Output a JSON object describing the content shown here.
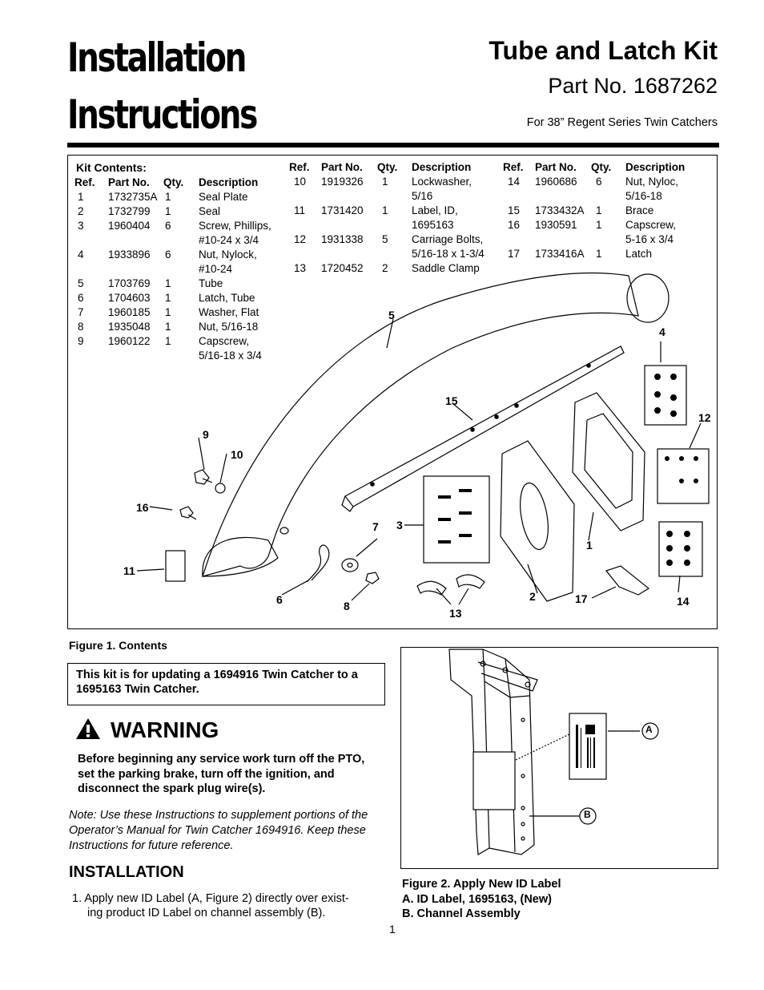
{
  "header": {
    "title_line1": "Installation",
    "title_line2": "Instructions",
    "kit_name": "Tube and Latch Kit",
    "part_number": "Part No. 1687262",
    "applies_to": "For 38” Regent Series Twin Catchers"
  },
  "kit": {
    "heading": "Kit Contents:",
    "col_headers": {
      "ref": "Ref.",
      "part": "Part No.",
      "qty": "Qty.",
      "desc": "Description"
    },
    "col1": [
      {
        "ref": "1",
        "part": "1732735A",
        "qty": "1",
        "desc": [
          "Seal Plate"
        ]
      },
      {
        "ref": "2",
        "part": "1732799",
        "qty": "1",
        "desc": [
          "Seal"
        ]
      },
      {
        "ref": "3",
        "part": "1960404",
        "qty": "6",
        "desc": [
          "Screw, Phillips,",
          "#10-24 x 3/4"
        ]
      },
      {
        "ref": "4",
        "part": "1933896",
        "qty": "6",
        "desc": [
          "Nut, Nylock,",
          "#10-24"
        ]
      },
      {
        "ref": "5",
        "part": "1703769",
        "qty": "1",
        "desc": [
          "Tube"
        ]
      },
      {
        "ref": "6",
        "part": "1704603",
        "qty": "1",
        "desc": [
          "Latch, Tube"
        ]
      },
      {
        "ref": "7",
        "part": "1960185",
        "qty": "1",
        "desc": [
          "Washer, Flat"
        ]
      },
      {
        "ref": "8",
        "part": "1935048",
        "qty": "1",
        "desc": [
          "Nut, 5/16-18"
        ]
      },
      {
        "ref": "9",
        "part": "1960122",
        "qty": "1",
        "desc": [
          "Capscrew,",
          "5/16-18 x 3/4"
        ]
      }
    ],
    "col2": [
      {
        "ref": "10",
        "part": "1919326",
        "qty": "1",
        "desc": [
          "Lockwasher,",
          "5/16"
        ]
      },
      {
        "ref": "11",
        "part": "1731420",
        "qty": "1",
        "desc": [
          "Label, ID,",
          "1695163"
        ]
      },
      {
        "ref": "12",
        "part": "1931338",
        "qty": "5",
        "desc": [
          "Carriage Bolts,",
          "5/16-18 x 1-3/4"
        ]
      },
      {
        "ref": "13",
        "part": "1720452",
        "qty": "2",
        "desc": [
          "Saddle Clamp"
        ]
      }
    ],
    "col3": [
      {
        "ref": "14",
        "part": "1960686",
        "qty": "6",
        "desc": [
          "Nut, Nyloc,",
          "5/16-18"
        ]
      },
      {
        "ref": "15",
        "part": "1733432A",
        "qty": "1",
        "desc": [
          "Brace"
        ]
      },
      {
        "ref": "16",
        "part": "1930591",
        "qty": "1",
        "desc": [
          "Capscrew,",
          " 5-16 x 3/4"
        ]
      },
      {
        "ref": "17",
        "part": "1733416A",
        "qty": "1",
        "desc": [
          "Latch"
        ]
      }
    ]
  },
  "figure1": {
    "caption": "Figure 1.  Contents",
    "callouts": [
      "1",
      "2",
      "3",
      "4",
      "5",
      "6",
      "7",
      "8",
      "9",
      "10",
      "11",
      "12",
      "13",
      "14",
      "15",
      "16",
      "17"
    ]
  },
  "update_note": "This kit is for updating a 1694916 Twin Catcher to a 1695163 Twin Catcher.",
  "warning": {
    "title": "WARNING",
    "body": "Before beginning any service work turn off the PTO, set the parking brake, turn off the ignition, and disconnect the spark plug wire(s)."
  },
  "note": "Note: Use these Instructions to supplement portions of the Operator’s Manual for Twin Catcher 1694916.  Keep these Instructions for future reference.",
  "installation": {
    "heading": "INSTALLATION",
    "step1": "1.  Apply new ID Label (A, Figure 2) directly over exist-",
    "step1b": "ing product ID Label on channel assembly (B)."
  },
  "figure2": {
    "callout_a": "A",
    "callout_b": "B",
    "caption": "Figure 2.  Apply New ID Label",
    "item_a": "A.  ID Label, 1695163, (New)",
    "item_b": "B.  Channel Assembly"
  },
  "page_number": "1"
}
